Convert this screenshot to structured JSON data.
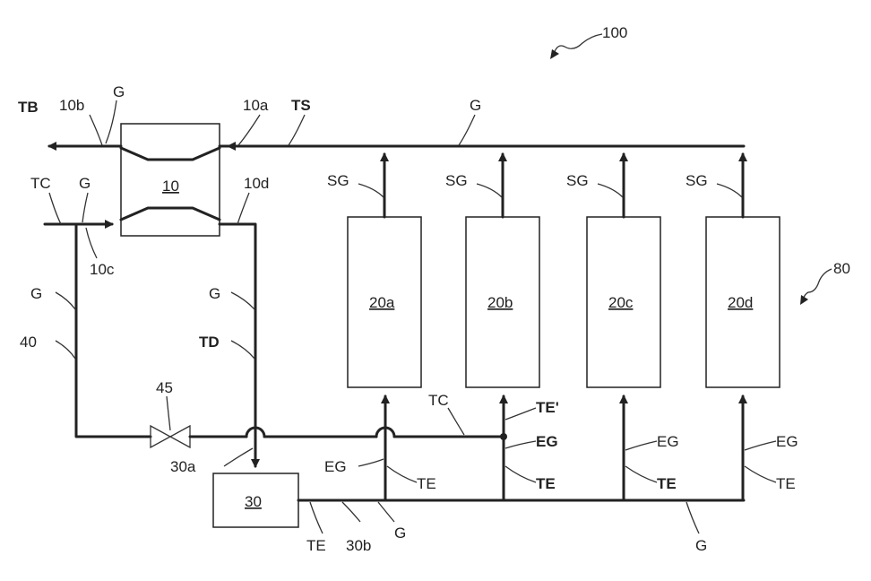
{
  "figure": {
    "system_ref": "100",
    "group_ref": "80",
    "components": {
      "turbine": "10",
      "heat_exchanger": "30",
      "modules": [
        "20a",
        "20b",
        "20c",
        "20d"
      ],
      "valve": "45",
      "bypass_line": "40"
    },
    "ports": {
      "p10a": "10a",
      "p10b": "10b",
      "p10c": "10c",
      "p10d": "10d",
      "p30a": "30a",
      "p30b": "30b"
    },
    "labels": {
      "TB": "TB",
      "TS": "TS",
      "TC": "TC",
      "TD": "TD",
      "TE": "TE",
      "TE_prime": "TE'",
      "G": "G",
      "SG": "SG",
      "EG": "EG"
    }
  }
}
